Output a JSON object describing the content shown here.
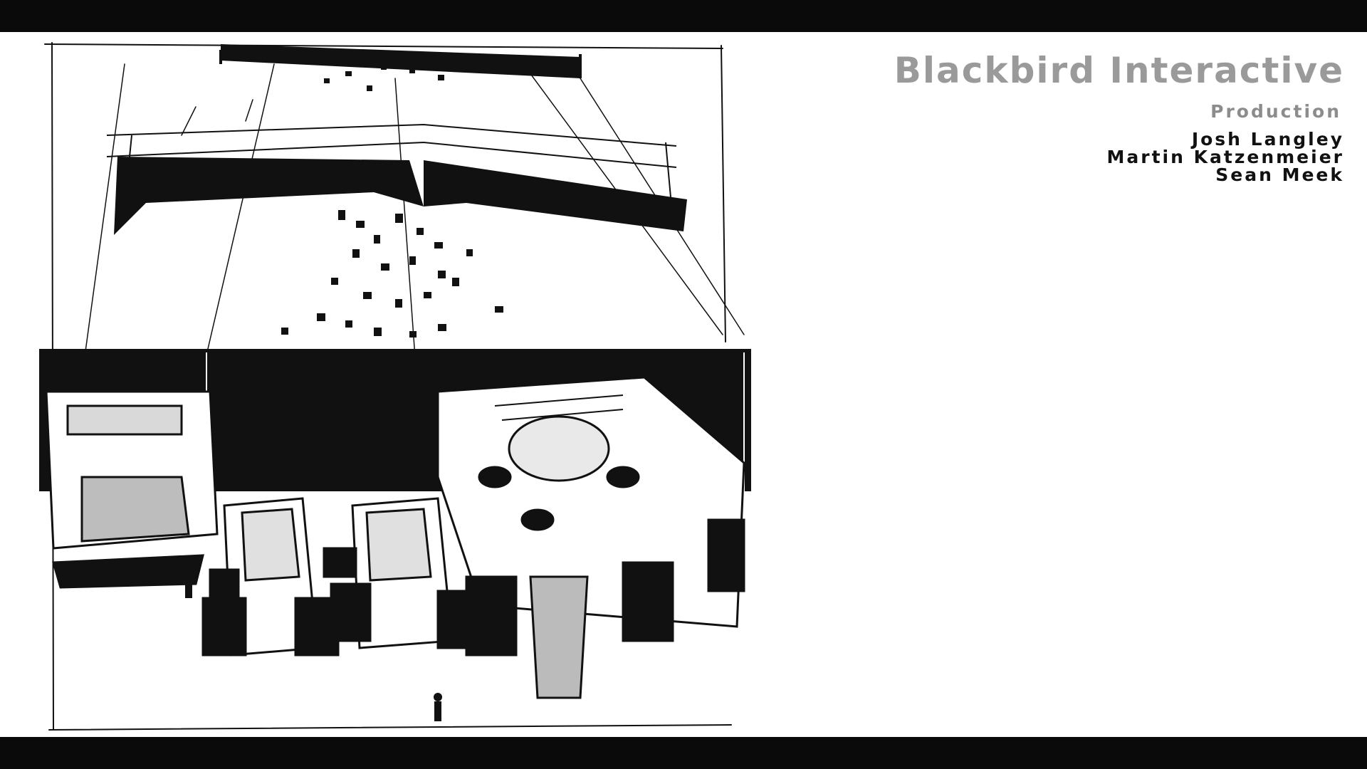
{
  "credits": {
    "studio": "Blackbird Interactive",
    "role": "Production",
    "names": [
      "Josh Langley",
      "Martin Katzenmeier",
      "Sean Meek"
    ]
  },
  "art": {
    "style": "ink concept sketch",
    "ink_color": "#111111",
    "paper_color": "#ffffff"
  },
  "colors": {
    "letterbox": "#0a0a0a",
    "studio_text": "#9a9a9a",
    "role_text": "#8c8c8c",
    "name_text": "#111111"
  }
}
